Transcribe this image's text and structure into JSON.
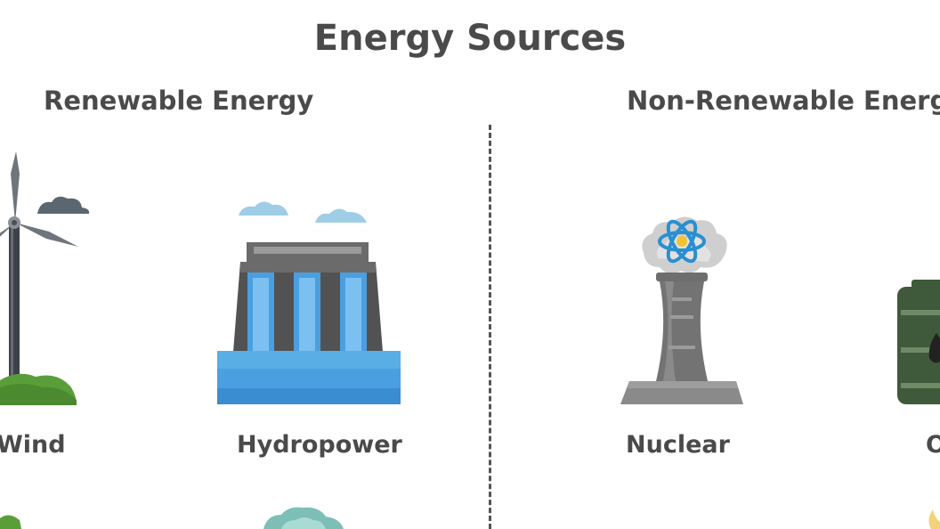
{
  "title": "Energy Sources",
  "sections": {
    "renewable": "Renewable Energy",
    "non_renewable": "Non-Renewable Energ"
  },
  "items": {
    "wind": "Wind",
    "hydropower": "Hydropower",
    "nuclear": "Nuclear",
    "oil_partial": "O"
  },
  "icons": {
    "wind": "wind-turbine-icon",
    "hydropower": "hydro-dam-icon",
    "nuclear": "nuclear-plant-icon",
    "oil": "oil-barrel-icon"
  },
  "colors": {
    "text": "#4a4a4a",
    "water_blue": "#4a9fe0",
    "grass_green": "#5a9e3a",
    "cloud": "#9fcde6",
    "dark_gray": "#555555"
  }
}
